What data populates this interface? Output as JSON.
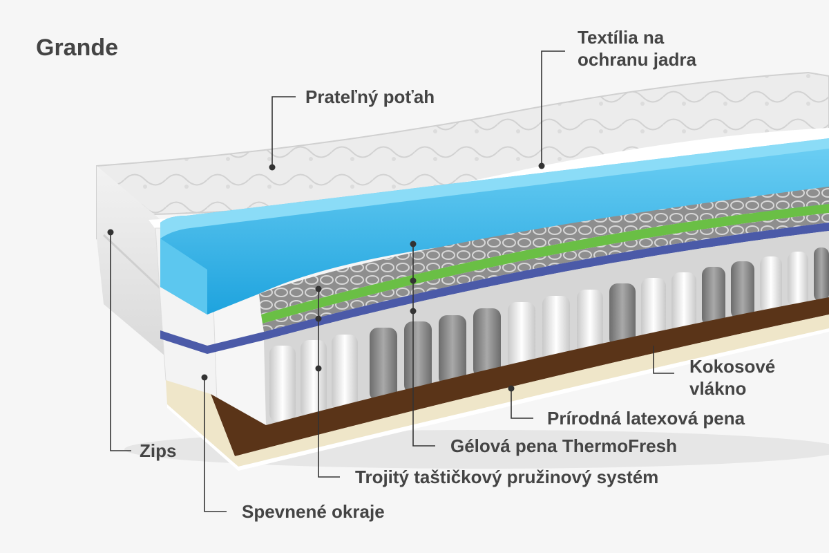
{
  "product_name": "Grande",
  "colors": {
    "gel_foam": "#2eb0e6",
    "green_stripe": "#6abf45",
    "blue_stripe": "#4b5aa8",
    "coconut_fiber": "#5a3418",
    "latex": "#efe6c9",
    "cover": "#ededed",
    "label_text": "#444444",
    "background": "#f6f6f6"
  },
  "labels": {
    "core_protection_textile": [
      "Textília na",
      "ochranu jadra"
    ],
    "friendly_cover": "Prateľný poťah",
    "coconut_fiber": [
      "Kokosové",
      "vlákno"
    ],
    "natural_latex_foam": "Prírodná latexová pena",
    "gel_foam": "Gélová pena ThermoFresh",
    "triple_pocket_spring": "Trojitý taštičkový pružinový systém",
    "zipper": "Zips",
    "reinforced_edges": "Spevnené okraje"
  }
}
